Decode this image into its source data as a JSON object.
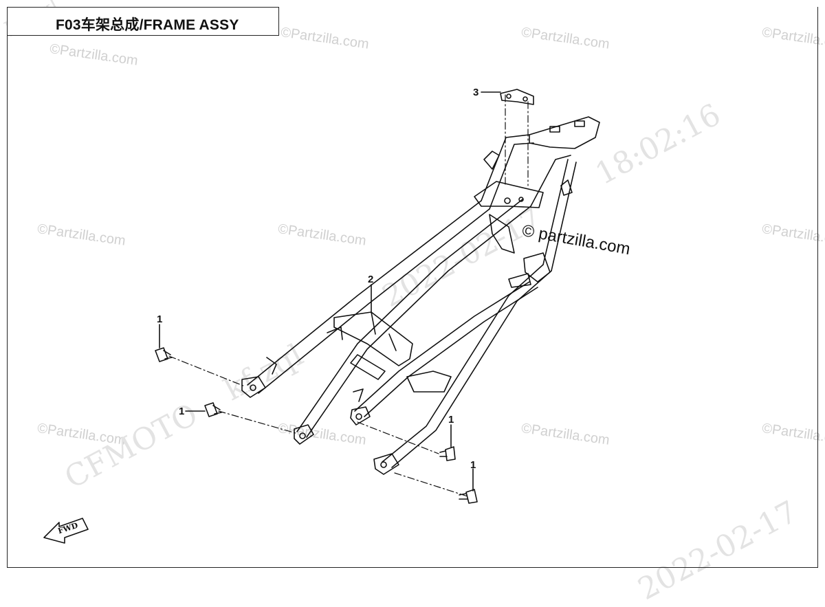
{
  "title": "F03车架总成/FRAME ASSY",
  "callouts": [
    {
      "id": "c1a",
      "label": "1"
    },
    {
      "id": "c1b",
      "label": "1"
    },
    {
      "id": "c1c",
      "label": "1"
    },
    {
      "id": "c1d",
      "label": "1"
    },
    {
      "id": "c2",
      "label": "2"
    },
    {
      "id": "c3",
      "label": "3"
    }
  ],
  "watermark": {
    "site": "©Partzilla.com",
    "brand": "partzilla.com",
    "code": "kf-zql",
    "maker": "CFMOTO",
    "stamp1": "2022-02-17",
    "time": "18:02:16",
    "stamp2": "2022-02-17"
  },
  "fwd_label": "FWD",
  "colors": {
    "line": "#111111",
    "watermark": "#d4d4d4",
    "background": "#ffffff"
  }
}
